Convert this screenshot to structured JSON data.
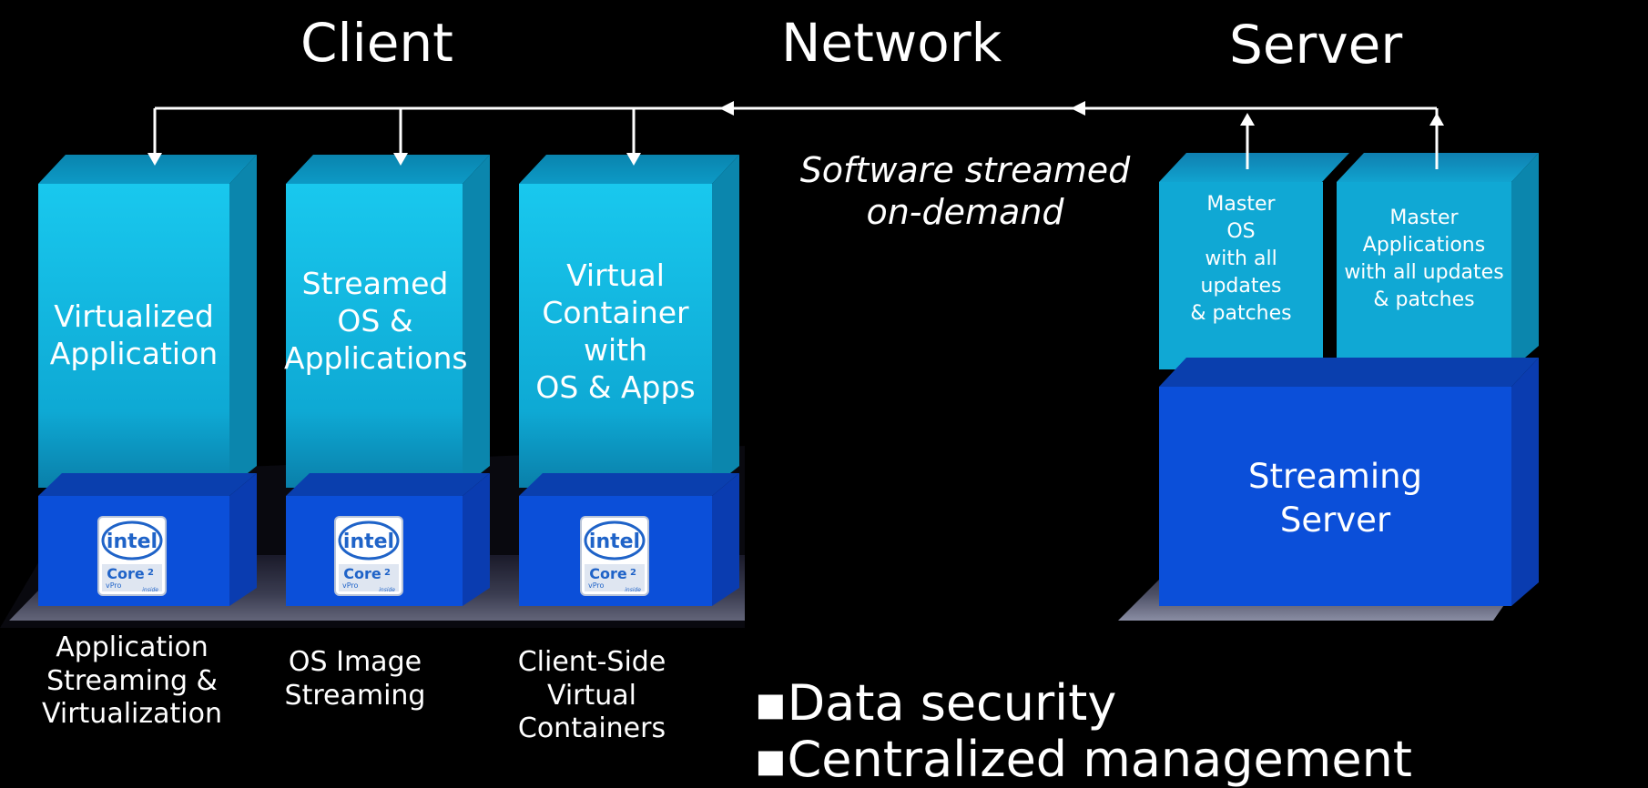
{
  "headings": {
    "client": "Client",
    "network": "Network",
    "server": "Server"
  },
  "network_note": [
    "Software streamed",
    "on-demand"
  ],
  "client_stacks": [
    {
      "top_label": [
        "Virtualized",
        "Application"
      ],
      "caption": [
        "Application",
        "Streaming &",
        "Virtualization"
      ]
    },
    {
      "top_label": [
        "Streamed",
        "OS &",
        "Applications"
      ],
      "caption": [
        "OS Image",
        "Streaming"
      ]
    },
    {
      "top_label": [
        "Virtual",
        "Container",
        "with",
        "OS & Apps"
      ],
      "caption": [
        "Client-Side",
        "Virtual",
        "Containers"
      ]
    }
  ],
  "server_stack": {
    "master_os": [
      "Master",
      "OS",
      "with all",
      "updates",
      "& patches"
    ],
    "master_apps": [
      "Master",
      "Applications",
      "with all updates",
      "& patches"
    ],
    "base": [
      "Streaming",
      "Server"
    ]
  },
  "chip_badge": {
    "brand": "intel",
    "model": "Core",
    "sup": "2",
    "sub": "vPro",
    "inside": "inside"
  },
  "bullets": [
    "▪Data security",
    "▪Centralized management"
  ],
  "colors": {
    "cyan_face": "#11bfe6",
    "cyan_top": "#0a8fb8",
    "cyan_side": "#0b86ad",
    "blue_face": "#0b4fd9",
    "blue_top": "#0a3fae",
    "blue_side": "#0a3cb0"
  }
}
